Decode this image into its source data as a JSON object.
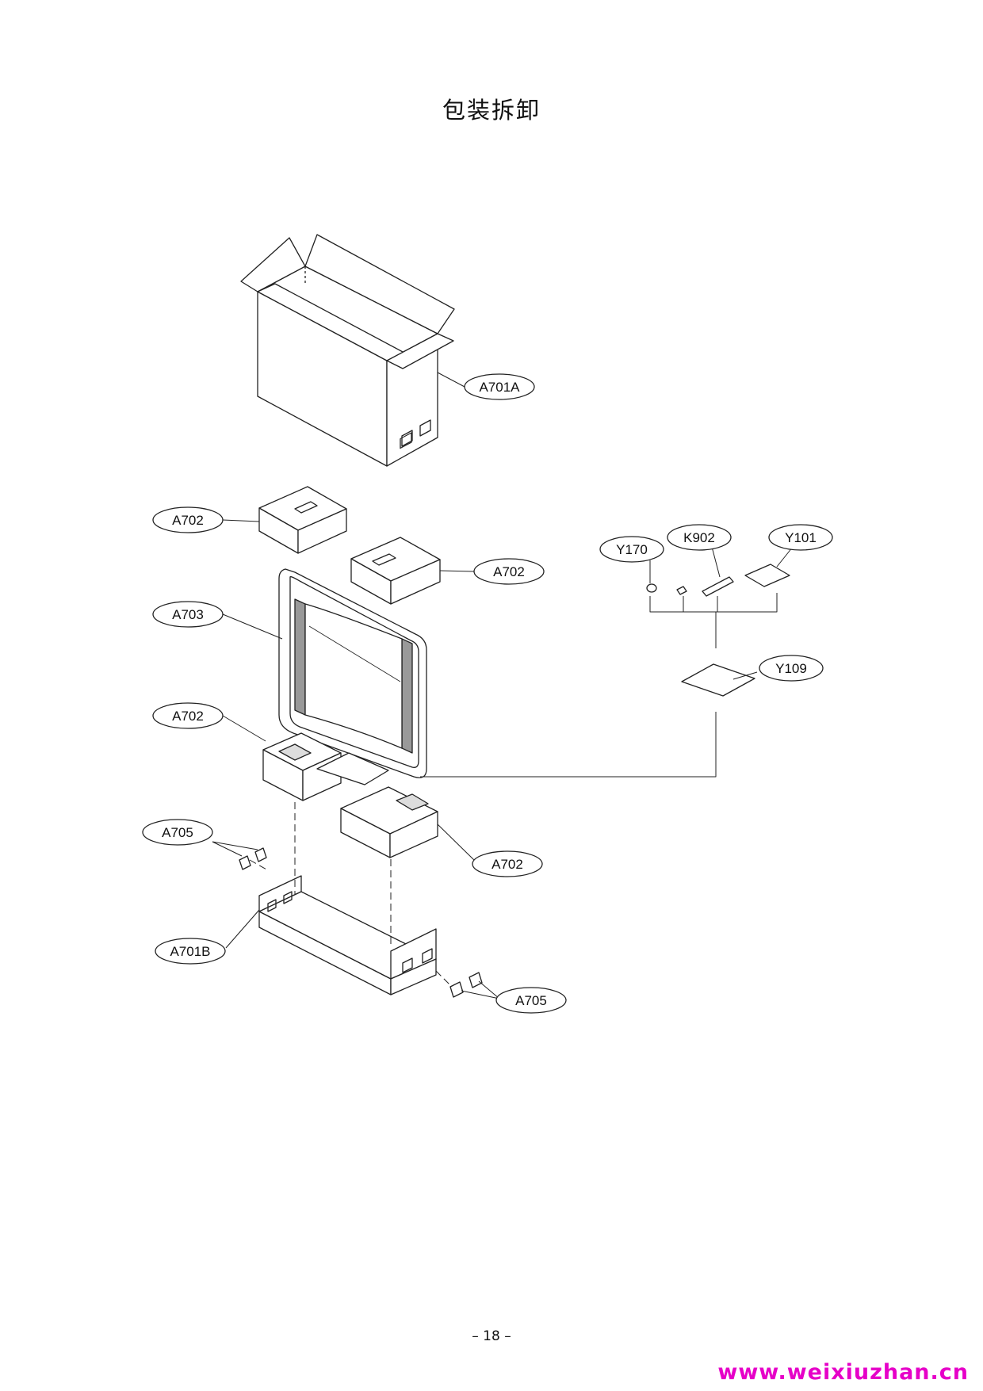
{
  "page": {
    "title": "包装拆卸",
    "page_number": "– 18 –",
    "watermark": "www.weixiuzhan.cn"
  },
  "callouts": [
    {
      "id": "a701a",
      "label": "A701A"
    },
    {
      "id": "a702-1",
      "label": "A702"
    },
    {
      "id": "a702-2",
      "label": "A702"
    },
    {
      "id": "a703",
      "label": "A703"
    },
    {
      "id": "a702-3",
      "label": "A702"
    },
    {
      "id": "a702-4",
      "label": "A702"
    },
    {
      "id": "a705-1",
      "label": "A705"
    },
    {
      "id": "a701b",
      "label": "A701B"
    },
    {
      "id": "a705-2",
      "label": "A705"
    },
    {
      "id": "y170",
      "label": "Y170"
    },
    {
      "id": "k902",
      "label": "K902"
    },
    {
      "id": "y101",
      "label": "Y101"
    },
    {
      "id": "y109",
      "label": "Y109"
    }
  ]
}
